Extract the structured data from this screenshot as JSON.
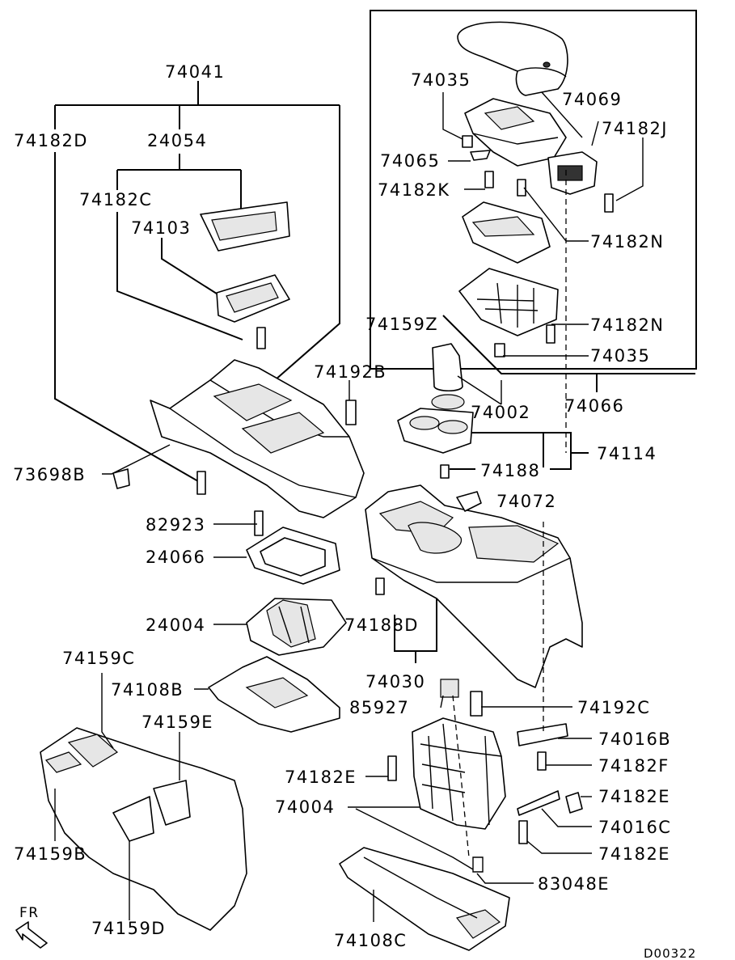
{
  "diagram_code": "D00322",
  "direction_label": "FR",
  "parts": {
    "p74041": "74041",
    "p74182D": "74182D",
    "p24054": "24054",
    "p74182C": "74182C",
    "p74103": "74103",
    "p74035a": "74035",
    "p74069": "74069",
    "p74182J": "74182J",
    "p74065": "74065",
    "p74182K": "74182K",
    "p74182Na": "74182N",
    "p74159Z": "74159Z",
    "p74182Nb": "74182N",
    "p74035b": "74035",
    "p74192B": "74192B",
    "p74002": "74002",
    "p74066": "74066",
    "p73698B": "73698B",
    "p74114": "74114",
    "p74188": "74188",
    "p74072": "74072",
    "p82923": "82923",
    "p24066": "24066",
    "p24004": "24004",
    "p74188D": "74188D",
    "p74030": "74030",
    "p74159C": "74159C",
    "p74108B": "74108B",
    "p85927": "85927",
    "p74192C": "74192C",
    "p74159E": "74159E",
    "p74016B": "74016B",
    "p74182F": "74182F",
    "p74182Ea": "74182E",
    "p74004": "74004",
    "p74182Eb": "74182E",
    "p74016C": "74016C",
    "p74159B": "74159B",
    "p74182Ec": "74182E",
    "p83048E": "83048E",
    "p74159D": "74159D",
    "p74108C": "74108C"
  }
}
